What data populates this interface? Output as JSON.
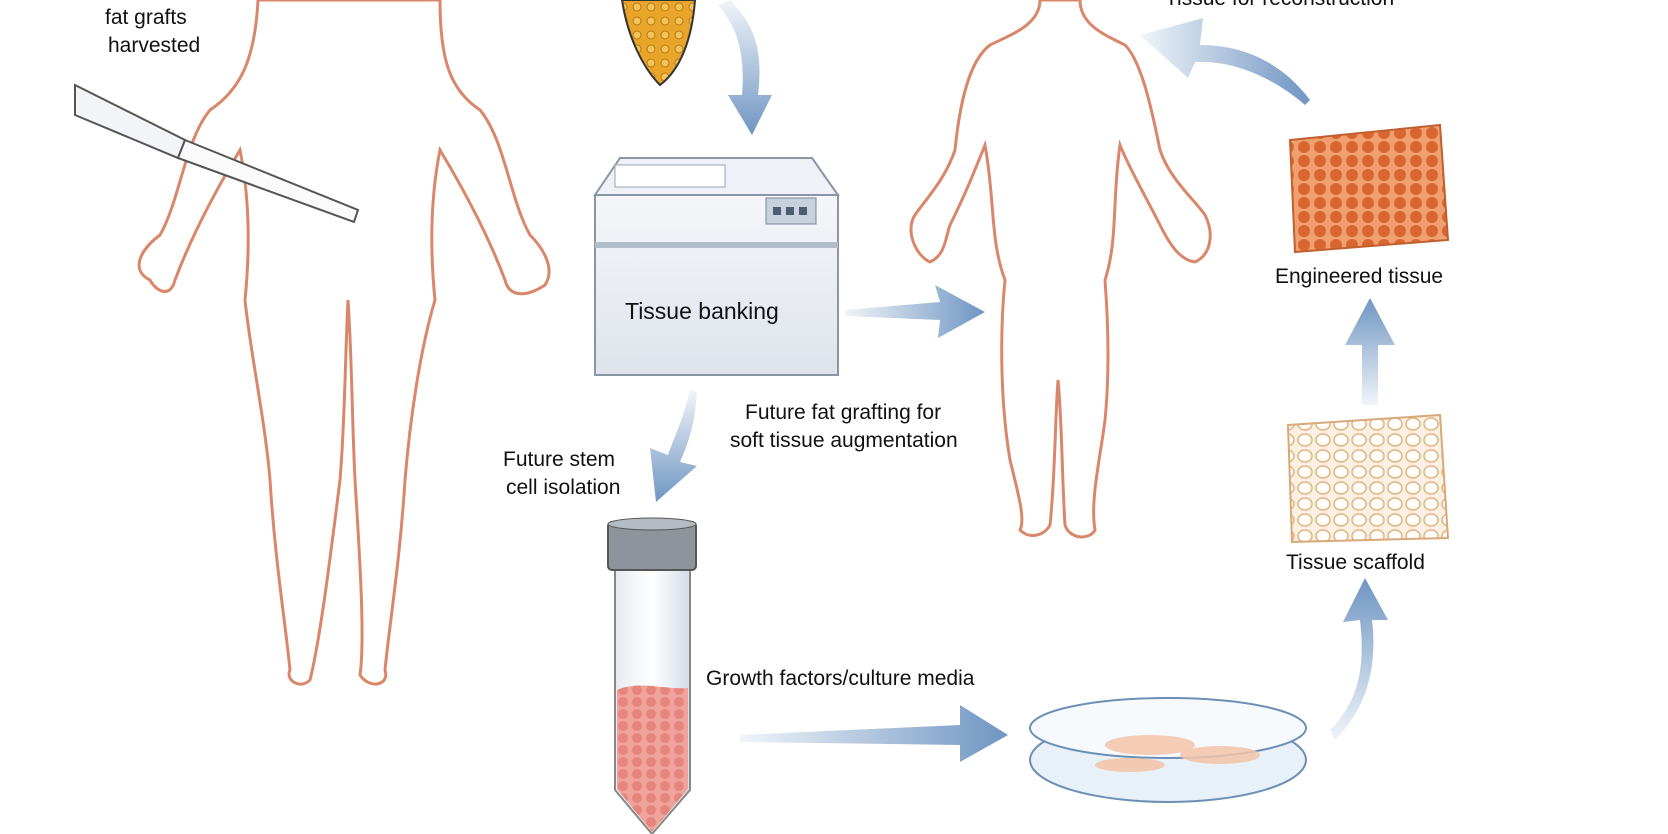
{
  "labels": {
    "harvest_line1": "fat grafts",
    "harvest_line2": "harvested",
    "reconstruction": "Tissue for reconstruction",
    "tissue_banking": "Tissue banking",
    "engineered_tissue": "Engineered tissue",
    "fat_grafting_line1": "Future fat grafting for",
    "fat_grafting_line2": "soft tissue augmentation",
    "stem_cell_line1": "Future stem",
    "stem_cell_line2": "cell isolation",
    "tissue_scaffold": "Tissue scaffold",
    "growth_factors": "Growth factors/culture media"
  },
  "colors": {
    "body_outline": "#d9876a",
    "arrow": "#6f95c2",
    "fat_tissue": "#e3a52a",
    "engineered": "#d9662e",
    "scaffold": "#e9c59a",
    "cells": "#e88a85"
  }
}
